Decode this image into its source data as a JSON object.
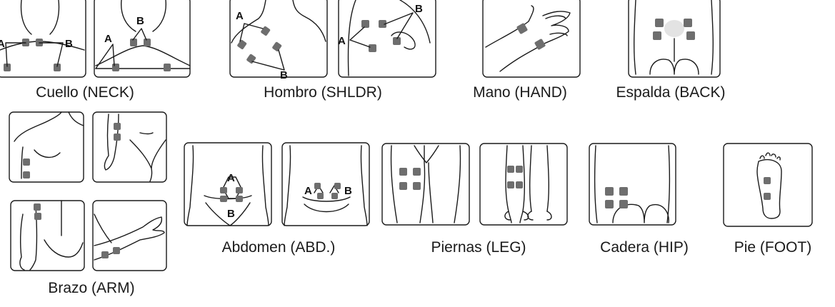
{
  "captions": {
    "neck": "Cuello (NECK)",
    "shoulder": "Hombro (SHLDR)",
    "hand": "Mano (HAND)",
    "back": "Espalda (BACK)",
    "abdomen": "Abdomen (ABD.)",
    "legs": "Piernas (LEG)",
    "hip": "Cadera (HIP)",
    "foot": "Pie (FOOT)",
    "arm": "Brazo (ARM)"
  },
  "markers": {
    "a": "A",
    "b": "B"
  },
  "colors": {
    "pad": "#6e6e6e",
    "line": "#1a1a1a",
    "background": "#ffffff"
  }
}
